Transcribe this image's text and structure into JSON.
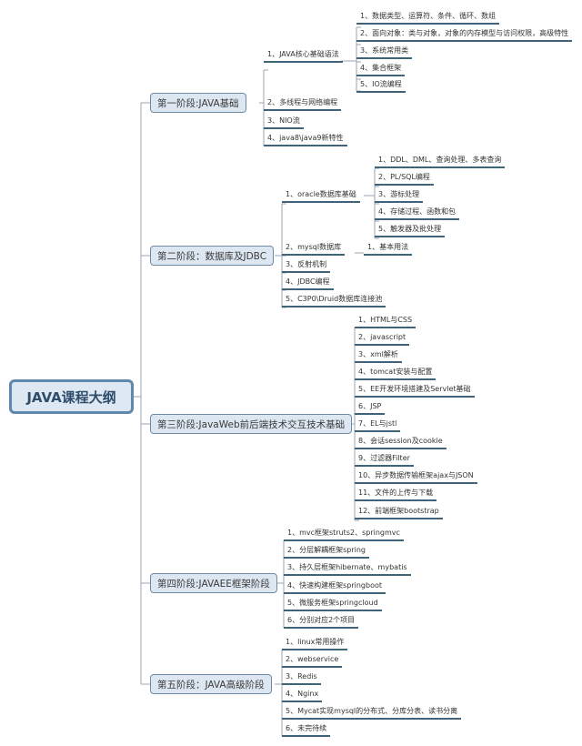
{
  "root": {
    "label": "JAVA课程大纲"
  },
  "stages": [
    {
      "label": "第一阶段:JAVA基础",
      "items": [
        {
          "label": "1、JAVA核心基础语法",
          "children": [
            "1、数据类型、运算符、条件、循环、数组",
            "2、面向对象：类与对象，对象的内存模型与访问权限，高级特性",
            "3、系统常用类",
            "4、集合框架",
            "5、IO流编程"
          ]
        },
        {
          "label": "2、多线程与网络编程"
        },
        {
          "label": "3、NIO流"
        },
        {
          "label": "4、java8\\java9新特性"
        }
      ]
    },
    {
      "label": "第二阶段：数据库及JDBC",
      "items": [
        {
          "label": "1、oracle数据库基础",
          "children": [
            "1、DDL、DML、查询处理、多表查询",
            "2、PL/SQL编程",
            "3、游标处理",
            "4、存储过程、函数和包",
            "5、触发器及批处理"
          ]
        },
        {
          "label": "2、mysql数据库",
          "children": [
            "1、基本用法"
          ]
        },
        {
          "label": "3、反射机制"
        },
        {
          "label": "4、JDBC编程"
        },
        {
          "label": "5、C3P0\\Druid数据库连接池"
        }
      ]
    },
    {
      "label": "第三阶段:JavaWeb前后端技术交互技术基础",
      "items": [
        {
          "label": "1、HTML与CSS"
        },
        {
          "label": "2、javascript"
        },
        {
          "label": "3、xml解析"
        },
        {
          "label": "4、tomcat安装与配置"
        },
        {
          "label": "5、EE开发环境搭建及Servlet基础"
        },
        {
          "label": "6、JSP"
        },
        {
          "label": "7、EL与jstl"
        },
        {
          "label": "8、会话session及cookie"
        },
        {
          "label": "9、过滤器Filter"
        },
        {
          "label": "10、异步数据传输框架ajax与JSON"
        },
        {
          "label": "11、文件的上传与下载"
        },
        {
          "label": "12、前端框架bootstrap"
        }
      ]
    },
    {
      "label": "第四阶段:JAVAEE框架阶段",
      "items": [
        {
          "label": "1、mvc框架struts2、springmvc"
        },
        {
          "label": "2、分层解耦框架spring"
        },
        {
          "label": "3、持久层框架hibernate、mybatis"
        },
        {
          "label": "4、快速构建框架springboot"
        },
        {
          "label": "5、微服务框架springcloud"
        },
        {
          "label": "6、分别对应2个项目"
        }
      ]
    },
    {
      "label": "第五阶段：JAVA高级阶段",
      "items": [
        {
          "label": "1、linux常用操作"
        },
        {
          "label": "2、webservice"
        },
        {
          "label": "3、Redis"
        },
        {
          "label": "4、Nginx"
        },
        {
          "label": "5、Mycat实现mysql的分布式、分库分表、读书分离"
        },
        {
          "label": "6、未完待续"
        }
      ]
    }
  ],
  "colors": {
    "root_border": "#5f88ad",
    "root_fill": "#dde8f2",
    "stage_fill": "#dce7f1",
    "line": "#9aa6b0",
    "underline": "#3f6378"
  }
}
